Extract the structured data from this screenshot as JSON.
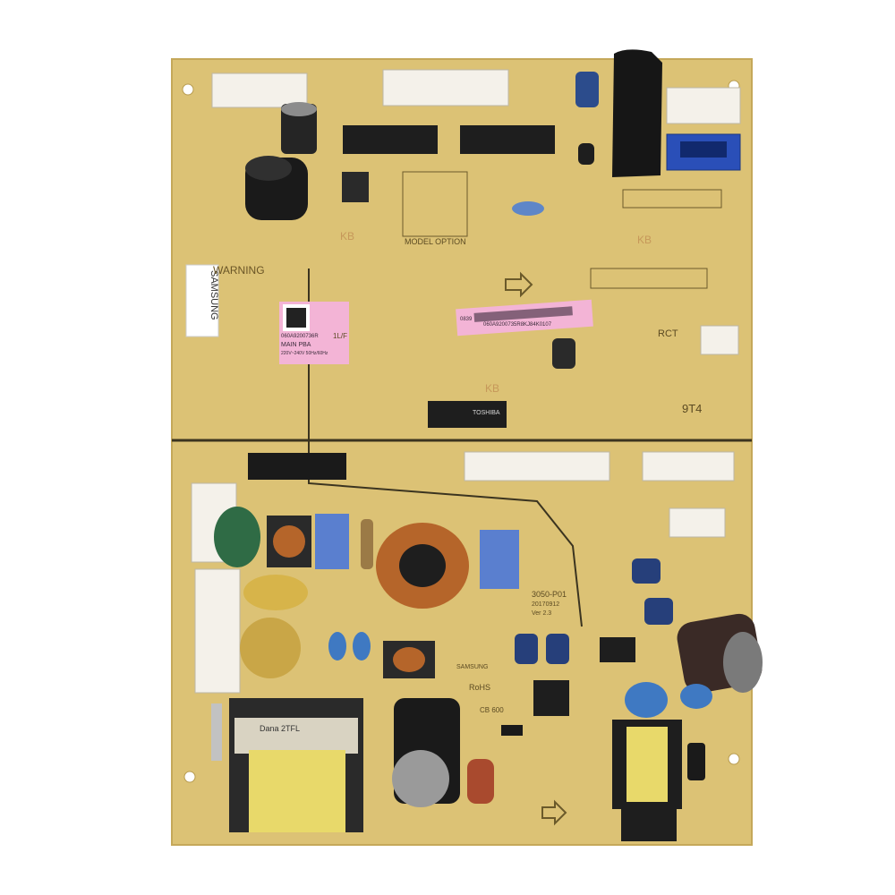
{
  "colors": {
    "pcb": "#dcc275",
    "pcb_dark": "#c9ad5e",
    "silkscreen": "#5b4a22",
    "connector": "#f4f1ea",
    "ic_black": "#1e1e1e",
    "copper": "#b5652a",
    "blue_relay": "#5a7fcf",
    "green_varistor": "#2f6b45",
    "yellow_capacitor": "#d7b44a",
    "transformer_coil": "#e8d96a",
    "pink_label": "#f3b4d6"
  },
  "board": {
    "brand_sticker": "SAMSUNG",
    "model_option": "MODEL OPTION",
    "warning": "WARNING",
    "kb_marks": [
      "KB",
      "KB",
      "KB"
    ],
    "rct_mark": "RCT",
    "part_mark": "9T4",
    "pba_label": {
      "code": "060A9200736R",
      "title": "MAIN PBA",
      "rating": "220V~240V  50Hz/60Hz",
      "side": "1L/F"
    },
    "serial_label": {
      "prefix": "0839",
      "code": "060A9200735R8KJ84K0107"
    },
    "ic_markings": [
      "TOSHIBA",
      "SAMSUNG"
    ],
    "filter_text": [
      "3050-P01",
      "20170912",
      "Ver 2.3"
    ],
    "rohs": "RoHS",
    "cb_mark": "CB 600",
    "transformer_text": "Dana 2TFL"
  }
}
